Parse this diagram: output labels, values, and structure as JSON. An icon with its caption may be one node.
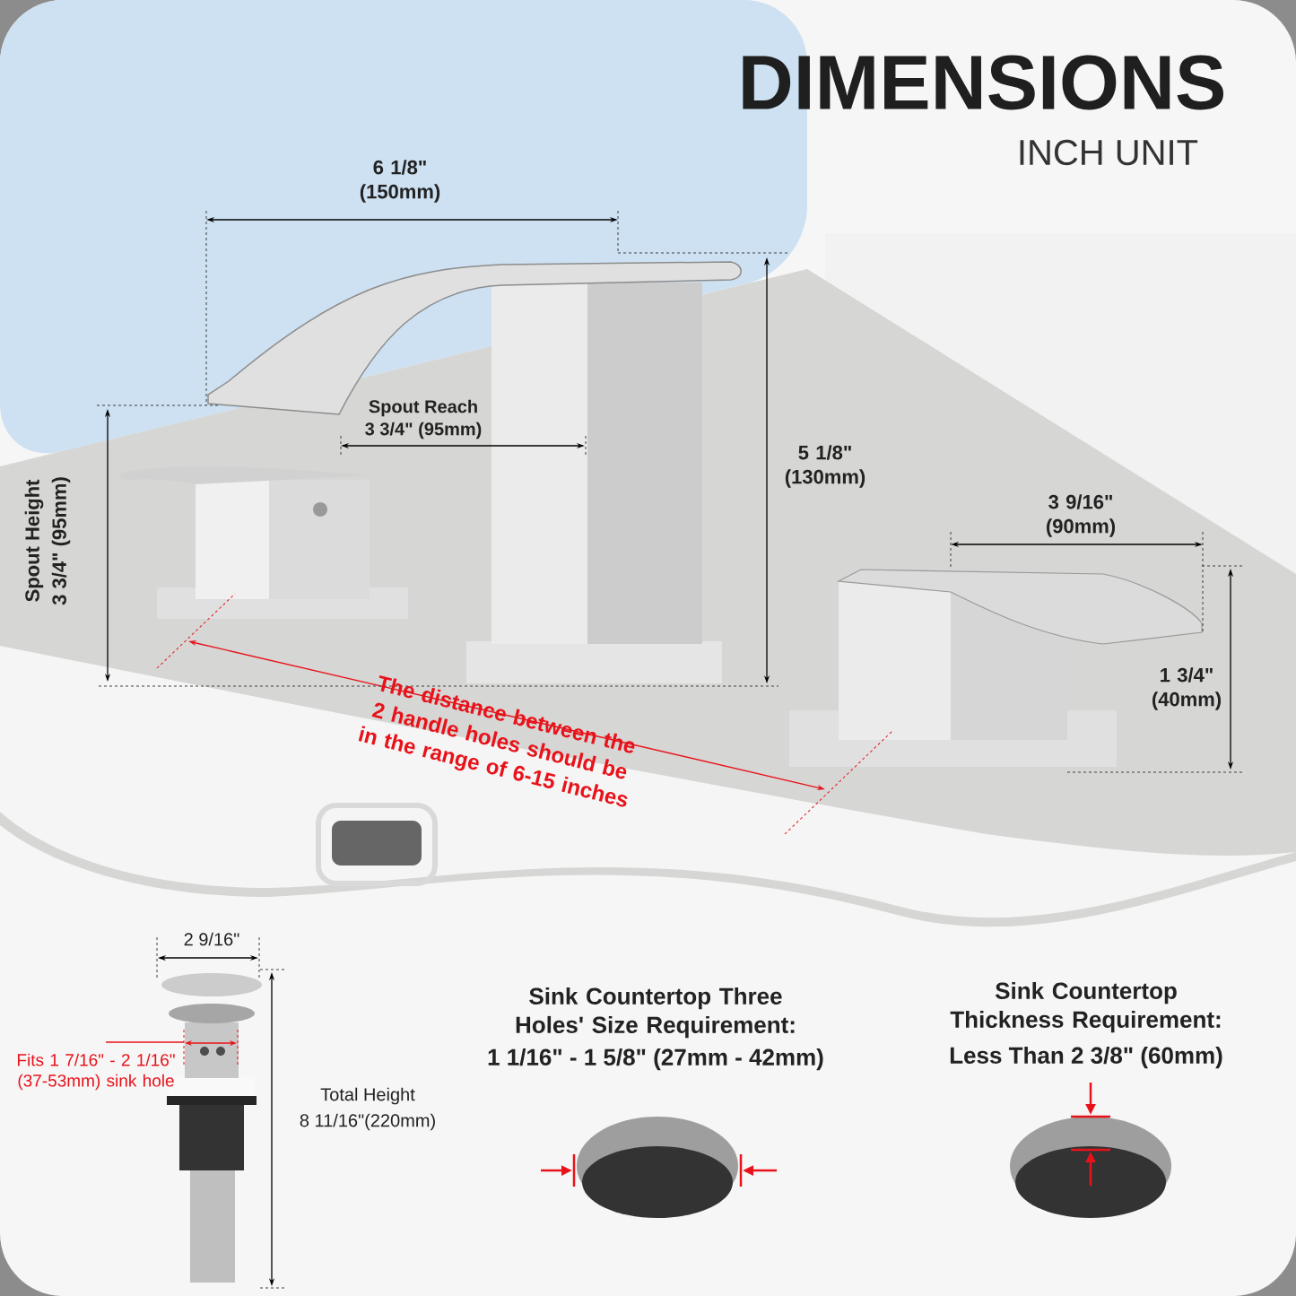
{
  "diagram": {
    "title": "DIMENSIONS",
    "labels": [
      "INCH UNIT",
      "6 1/8\" (150mm)",
      "Spout Reach",
      "3 3/4\" (95mm)",
      "5 1/8\" (130mm)",
      "Spout Height",
      "3 3/4\" (95mm)",
      "3 9/16\" (90mm)",
      "1 3/4\" (40mm)",
      "The distance between the 2 handle holes should be in the range of 6-15 inches",
      "2 9/16\"",
      "Fits 1 7/16\" - 2 1/16\" (37-53mm) sink hole",
      "Total Height",
      "8 11/16\"(220mm)",
      "Sink Countertop Three Holes' Size Requirement:",
      "1 1/16\" - 1 5/8\" (27mm - 42mm)",
      "Sink Countertop Thickness Requirement:",
      "Less Than 2 3/8\" (60mm)"
    ]
  }
}
